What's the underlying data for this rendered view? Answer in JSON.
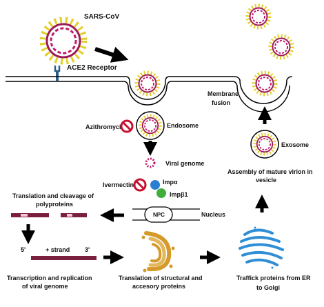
{
  "labels": {
    "sars_cov": "SARS-CoV",
    "ace2": "ACE2 Receptor",
    "membrane_fusion_1": "Membrane",
    "membrane_fusion_2": "fusion",
    "endosome": "Endosome",
    "azithromycin": "Azithromycin",
    "viral_genome": "Viral genome",
    "ivermectin": "Ivermectin",
    "imp_alpha": "Impα",
    "imp_beta1": "Impβ1",
    "npc": "NPC",
    "nucleus": "Nucleus",
    "exosome": "Exosome",
    "assembly_1": "Assembly of mature virion in",
    "assembly_2": "vesicle",
    "translation_cleavage_1": "Translation and cleavage of",
    "translation_cleavage_2": "polyproteins",
    "five_prime": "5'",
    "plus_strand": "+ strand",
    "three_prime": "3'",
    "transcription_1": "Transcription and replication",
    "transcription_2": "of viral genome",
    "translation_structural_1": "Translation of structural and",
    "translation_structural_2": "accesory proteins",
    "traffick_1": "Traffick proteins from ER",
    "traffick_2": "to Golgi"
  },
  "colors": {
    "virus_core": "#9c1b5a",
    "virus_ring": "#ffffff",
    "spike": "#e3cf2a",
    "genome": "#c2186b",
    "inhibit": "#c8102e",
    "imp_alpha": "#2b7fd3",
    "imp_beta1": "#3fae3a",
    "polyprotein": "#7a1f3d",
    "polyprotein_light": "#f4c8d8",
    "golgi": "#d49a2a",
    "er": "#2f8fd6"
  },
  "icons": [
    "virus-icon",
    "receptor-icon",
    "inhibitor-icon",
    "golgi-icon",
    "er-icon"
  ]
}
